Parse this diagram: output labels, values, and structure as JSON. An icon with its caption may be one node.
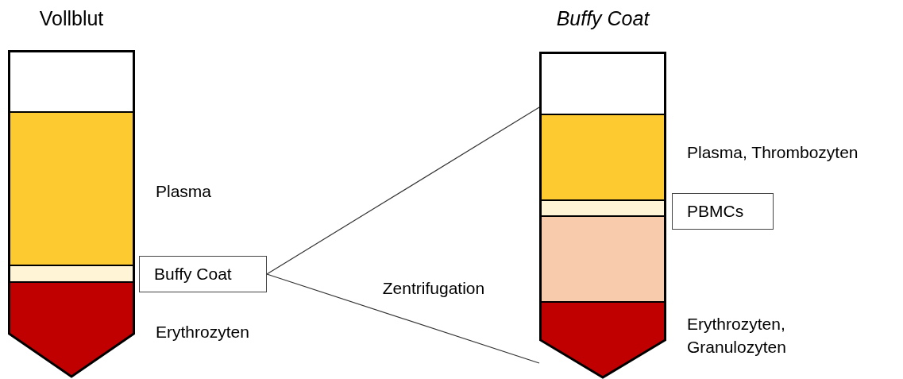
{
  "diagram": {
    "nodes": [
      {
        "text": [
          "Vollblut"
        ]
      },
      {
        "text": [
          "Buffy Coat"
        ]
      },
      {
        "text": [
          "Buffy Coat"
        ]
      },
      {
        "text": [
          "PBMCs"
        ]
      }
    ],
    "edges": [
      {
        "from": 1,
        "to": 2,
        "arrow": "none"
      },
      {
        "from": 1,
        "to": 2,
        "arrow": "none"
      }
    ],
    "labels": [
      "Plasma",
      "Erythrozyten",
      "Zentrifugation",
      "Plasma, Thrombozyten",
      "Erythrozyten, Granulozyten"
    ]
  }
}
